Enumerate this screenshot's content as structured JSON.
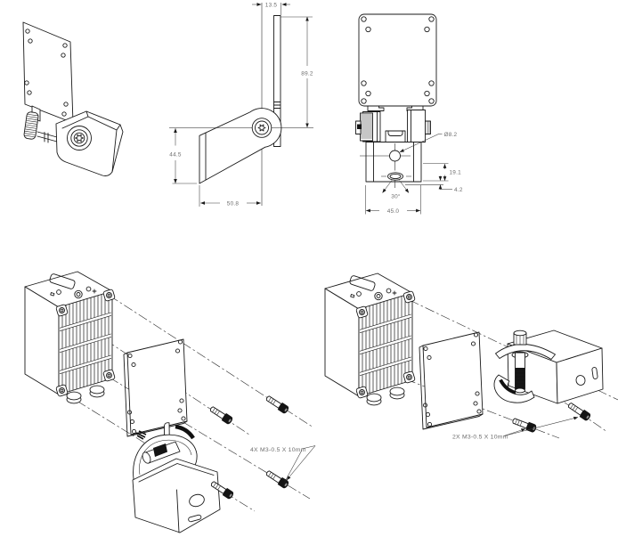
{
  "drawing": {
    "side_view": {
      "dim_top_width": "13.5",
      "dim_plate_height": "89.2",
      "dim_arm_height": "44.5",
      "dim_arm_length": "50.8"
    },
    "bottom_view": {
      "dim_hole_diameter": "Ø8.2",
      "dim_hole_offset": "19.1",
      "dim_slot_offset": "4.2",
      "dim_slot_angle": "30°",
      "dim_body_width": "45.0"
    },
    "exploded_left": {
      "hardware_callout": "4X M3-0.5 X 10mm"
    },
    "exploded_right": {
      "hardware_callout": "2X M3-0.5 X 10mm"
    }
  },
  "colors": {
    "line": "#1a1a1a",
    "dim_text": "#6e6e6e",
    "background": "#ffffff"
  }
}
